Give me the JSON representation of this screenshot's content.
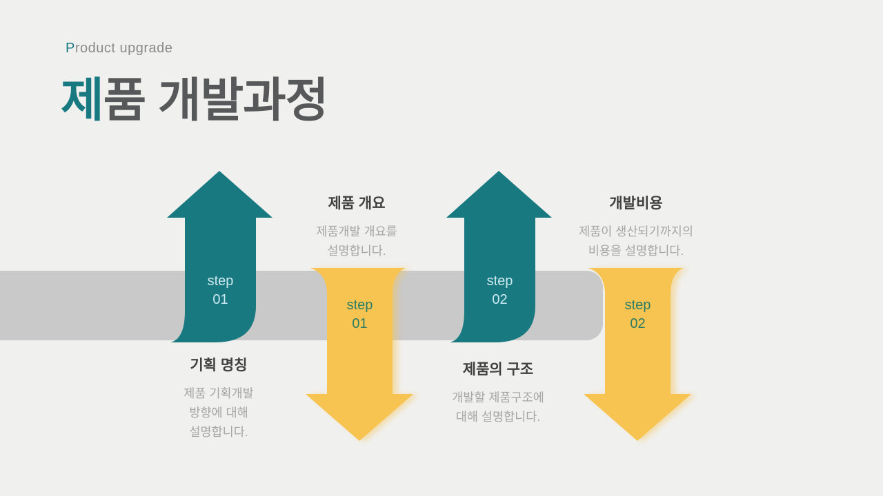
{
  "slide": {
    "eyebrow": {
      "first_letter": "P",
      "rest": "roduct upgrade"
    },
    "title": {
      "first_char": "제",
      "rest": "품 개발과정"
    }
  },
  "steps": [
    {
      "label": "step",
      "number": "01",
      "direction": "up",
      "color": "teal",
      "title": "기획 명칭",
      "desc": [
        "제품 기획개발",
        "방향에 대해",
        "설명합니다."
      ]
    },
    {
      "label": "step",
      "number": "01",
      "direction": "down",
      "color": "yellow",
      "title": "제품 개요",
      "desc": [
        "제품개발 개요를",
        "설명합니다."
      ]
    },
    {
      "label": "step",
      "number": "02",
      "direction": "up",
      "color": "teal",
      "title": "제품의 구조",
      "desc": [
        "개발할 제품구조에",
        "대해 설명합니다."
      ]
    },
    {
      "label": "step",
      "number": "02",
      "direction": "down",
      "color": "yellow",
      "title": "개발비용",
      "desc": [
        "제품이 생산되기까지의",
        "비용을 설명합니다."
      ]
    }
  ],
  "colors": {
    "background": "#f0f0ee",
    "band": "#c9c9c9",
    "teal": "#187a80",
    "yellow": "#f7c351",
    "title-text": "#56585a",
    "eyebrow-text": "#8a8a8a",
    "heading-text": "#404040",
    "body-text": "#a5a5a5",
    "step-on-teal": "#cdeaf0",
    "step-on-yellow": "#2b7c62"
  }
}
